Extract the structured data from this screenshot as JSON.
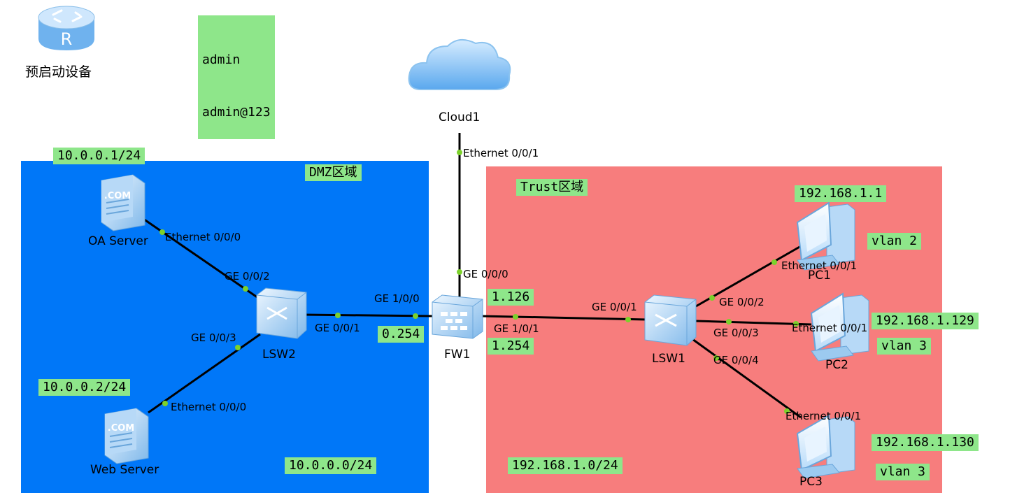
{
  "colors": {
    "dmz_zone": "#0077f8",
    "trust_zone": "#f77d7d",
    "label_bg": "#8ee68a",
    "port_dot": "#7cd12c",
    "link": "#000000"
  },
  "router_legend": {
    "icon": "router-icon",
    "letter": "R",
    "caption": "预启动设备"
  },
  "credentials": {
    "username": "admin",
    "password": "admin@123"
  },
  "zones": {
    "dmz": {
      "label": "DMZ区域",
      "network": "10.0.0.0/24"
    },
    "trust": {
      "label": "Trust区域",
      "network": "192.168.1.0/24"
    }
  },
  "devices": {
    "cloud1": {
      "name": "Cloud1",
      "icon": "cloud-icon"
    },
    "fw1": {
      "name": "FW1",
      "icon": "firewall-icon"
    },
    "lsw1": {
      "name": "LSW1",
      "icon": "switch-icon"
    },
    "lsw2": {
      "name": "LSW2",
      "icon": "switch-icon"
    },
    "oa_server": {
      "name": "OA Server",
      "icon": "server-icon",
      "badge": ".COM"
    },
    "web_server": {
      "name": "Web Server",
      "icon": "server-icon",
      "badge": ".COM"
    },
    "pc1": {
      "name": "PC1",
      "icon": "pc-icon"
    },
    "pc2": {
      "name": "PC2",
      "icon": "pc-icon"
    },
    "pc3": {
      "name": "PC3",
      "icon": "pc-icon"
    }
  },
  "ports": {
    "cloud1_eth": "Ethernet 0/0/1",
    "fw1_ge000": "GE 0/0/0",
    "fw1_ge100": "GE 1/0/0",
    "fw1_ge101": "GE 1/0/1",
    "lsw2_ge001": "GE 0/0/1",
    "lsw2_ge002": "GE 0/0/2",
    "lsw2_ge003": "GE 0/0/3",
    "oa_eth": "Ethernet 0/0/0",
    "web_eth": "Ethernet 0/0/0",
    "lsw1_ge001": "GE 0/0/1",
    "lsw1_ge002": "GE 0/0/2",
    "lsw1_ge003": "GE 0/0/3",
    "lsw1_ge004": "GE 0/0/4",
    "pc1_eth": "Ethernet 0/0/1",
    "pc2_eth": "Ethernet 0/0/1",
    "pc3_eth": "Ethernet 0/0/1"
  },
  "addresses": {
    "oa_ip": "10.0.0.1/24",
    "web_ip": "10.0.0.2/24",
    "fw_dmz_ip": "0.254",
    "fw_trust_ip1": "1.126",
    "fw_trust_ip2": "1.254",
    "pc1_ip": "192.168.1.1",
    "pc1_vlan": "vlan 2",
    "pc2_ip": "192.168.1.129",
    "pc2_vlan": "vlan 3",
    "pc3_ip": "192.168.1.130",
    "pc3_vlan": "vlan 3"
  }
}
